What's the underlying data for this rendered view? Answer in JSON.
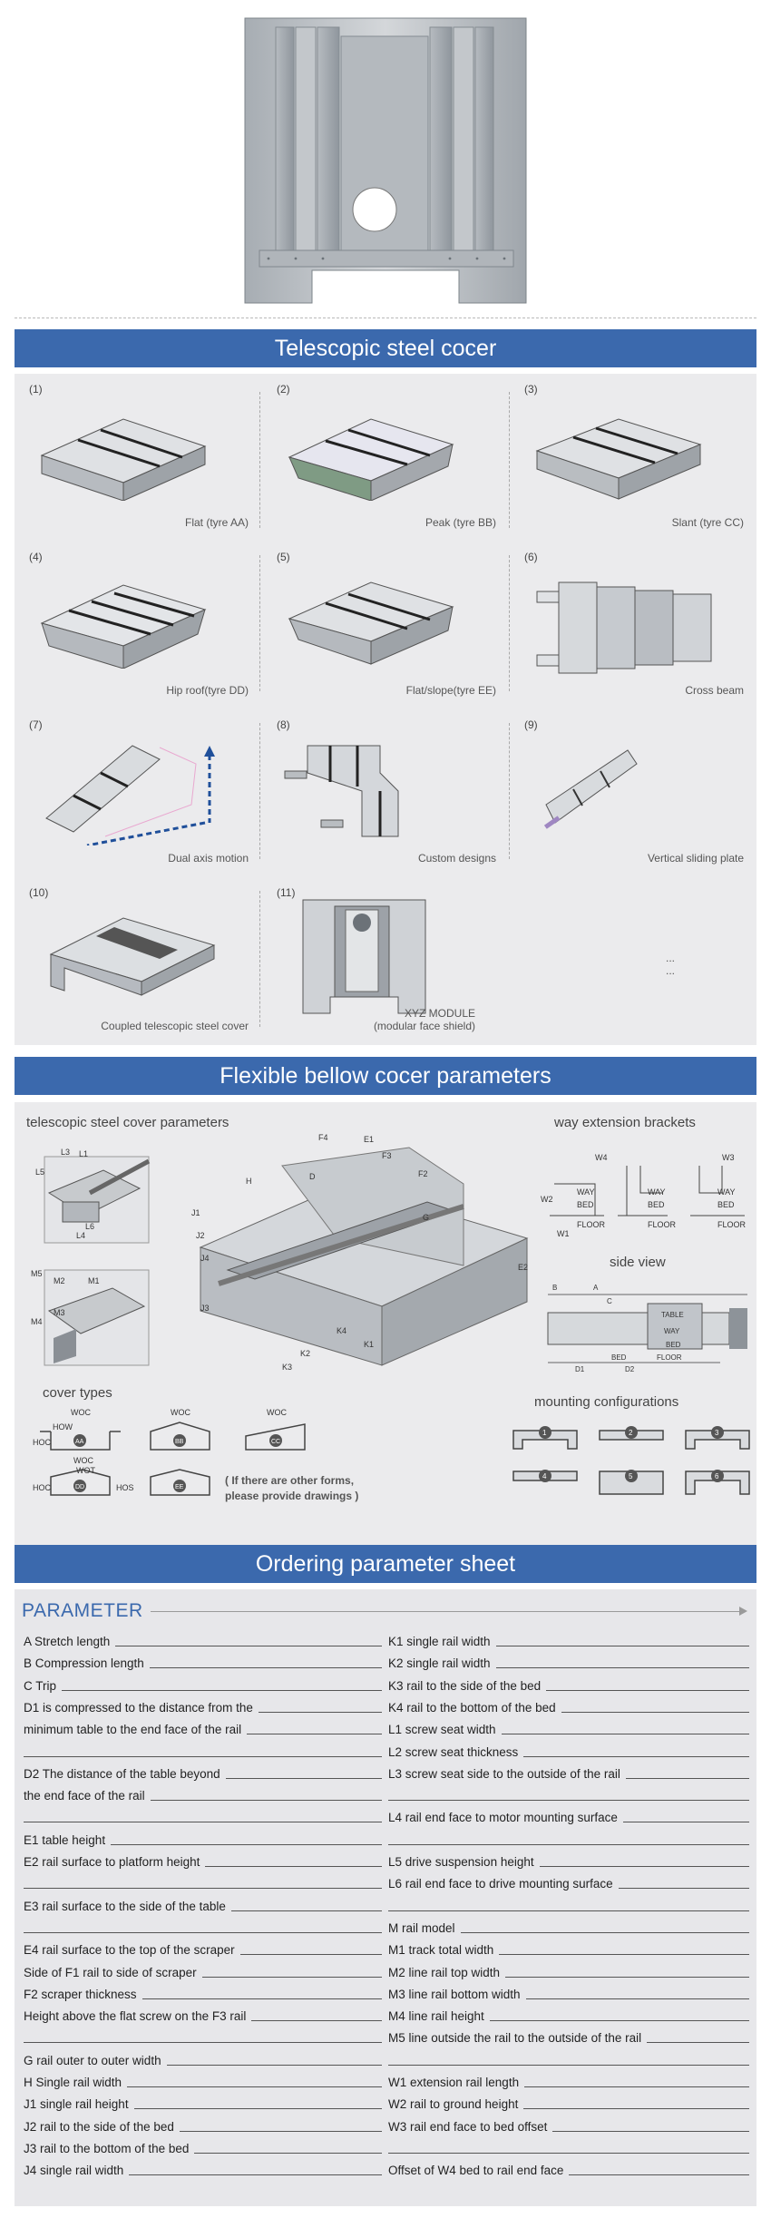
{
  "sections": {
    "types_title": "Telescopic steel cocer",
    "params_title": "Flexible bellow cocer parameters",
    "order_title": "Ordering parameter sheet"
  },
  "types": [
    {
      "num": "(1)",
      "caption": "Flat (tyre AA)"
    },
    {
      "num": "(2)",
      "caption": "Peak (tyre BB)"
    },
    {
      "num": "(3)",
      "caption": "Slant (tyre CC)"
    },
    {
      "num": "(4)",
      "caption": "Hip roof(tyre DD)"
    },
    {
      "num": "(5)",
      "caption": "Flat/slope(tyre EE)"
    },
    {
      "num": "(6)",
      "caption": "Cross beam"
    },
    {
      "num": "(7)",
      "caption": "Dual axis motion"
    },
    {
      "num": "(8)",
      "caption": "Custom designs"
    },
    {
      "num": "(9)",
      "caption": "Vertical sliding plate"
    },
    {
      "num": "(10)",
      "caption": "Coupled telescopic steel cover"
    },
    {
      "num": "(11)",
      "caption": "XYZ MODULE"
    },
    {
      "num": "",
      "caption": "... ..."
    }
  ],
  "xyz_sub": "(modular face shield)",
  "params": {
    "telescopic_label": "telescopic steel cover parameters",
    "way_label": "way extension brackets",
    "side_label": "side view",
    "cover_types_label": "cover types",
    "mounting_label": "mounting configurations",
    "other_forms_note": "( If there are other forms,",
    "other_forms_note2": "please provide drawings )",
    "dim_labels": [
      "L5",
      "L3",
      "L1",
      "L6",
      "L4",
      "M5",
      "M2",
      "M1",
      "M3",
      "M4",
      "F4",
      "E1",
      "D",
      "F3",
      "H",
      "J1",
      "J2",
      "J4",
      "J3",
      "G",
      "E2",
      "K4",
      "K1",
      "K2",
      "K3",
      "F2",
      "W4",
      "W3",
      "W2",
      "W1",
      "WAY",
      "BED",
      "FLOOR",
      "TABLE"
    ],
    "cover_codes": [
      "AA",
      "BB",
      "CC",
      "DD",
      "EE"
    ],
    "cover_labels": [
      "WOC",
      "HOW",
      "HOC",
      "WOT",
      "HOS"
    ],
    "mount_codes": [
      "1",
      "2",
      "3",
      "4",
      "5",
      "6"
    ]
  },
  "sheet": {
    "heading": "PARAMETER",
    "left": [
      "A Stretch length",
      "B Compression length",
      "C Trip",
      "D1 is compressed to the distance from the",
      "minimum table to the end face of the rail",
      "",
      "D2 The distance of the table beyond",
      "the end face of the rail",
      "",
      "E1 table height",
      "E2 rail surface to platform height",
      "",
      "E3 rail surface to the side of the table",
      "",
      "E4 rail surface to the top of the scraper",
      "Side of F1 rail to side of scraper",
      "F2 scraper thickness",
      "Height above the flat screw on the F3 rail",
      "",
      "G rail outer to outer width",
      "H Single rail width",
      "J1 single rail height",
      "J2 rail to the side of the bed",
      "J3 rail to the bottom of the bed",
      "J4 single rail width"
    ],
    "right": [
      "K1 single rail width",
      "K2 single rail width",
      "K3 rail to the side of the bed",
      "K4 rail to the bottom of the bed",
      "L1 screw seat width",
      "L2 screw seat thickness",
      "L3 screw seat side to the outside of the rail",
      "",
      "L4 rail end face to motor mounting surface",
      "",
      "L5 drive suspension height",
      "L6 rail end face to drive mounting surface",
      "",
      "M rail model",
      "M1 track total width",
      "M2 line rail top width",
      "M3 line rail bottom width",
      "M4 line rail height",
      "M5 line outside the rail to the outside of the rail",
      "",
      "W1 extension rail length",
      "W2 rail to ground height",
      "W3 rail end face to bed offset",
      "",
      "Offset of W4 bed to rail end face"
    ]
  },
  "colors": {
    "banner": "#3b69ad",
    "panel": "#ebebed",
    "metal": "#c9ccd0"
  }
}
